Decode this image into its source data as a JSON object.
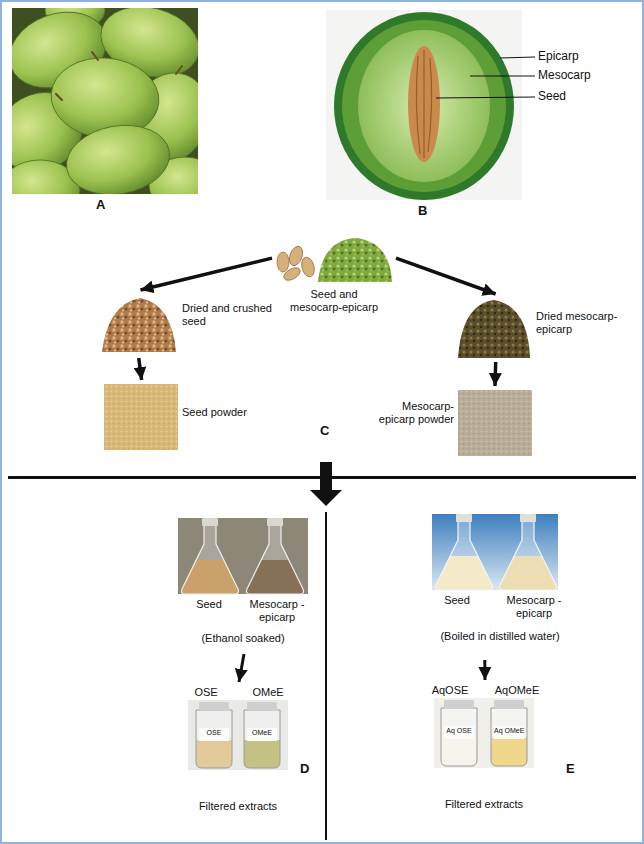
{
  "diagram": {
    "nodes": [
      {
        "text": [
          "Seed and mesocarp-epicarp"
        ]
      },
      {
        "text": [
          "Dried and crushed seed"
        ]
      },
      {
        "text": [
          "Dried mesocarp-epicarp"
        ]
      },
      {
        "text": [
          "Seed powder"
        ]
      },
      {
        "text": [
          "Mesocarp-epicarp powder"
        ]
      },
      {
        "text": [
          "Seed",
          "Mesocarp -epicarp",
          "(Ethanol soaked)"
        ]
      },
      {
        "text": [
          "OSE",
          "OMeE",
          "Filtered extracts"
        ]
      },
      {
        "text": [
          "Seed",
          "Mesocarp -epicarp",
          "(Boiled in distilled water)"
        ]
      },
      {
        "text": [
          "AqOSE",
          "AqOMeE",
          "Filtered extracts"
        ]
      }
    ],
    "edges": [
      {
        "from": 0,
        "to": 1,
        "arrow": "to"
      },
      {
        "from": 0,
        "to": 2,
        "arrow": "to"
      },
      {
        "from": 1,
        "to": 3,
        "arrow": "to"
      },
      {
        "from": 2,
        "to": 4,
        "arrow": "to"
      },
      {
        "from": 5,
        "to": 6,
        "arrow": "to"
      },
      {
        "from": 7,
        "to": 8,
        "arrow": "to"
      }
    ],
    "labels": [
      "A",
      "B",
      "Epicarp",
      "Mesocarp",
      "Seed",
      "C",
      "D",
      "E",
      "OSE",
      "OMeE",
      "Aq OSE",
      "Aq OMeE"
    ]
  }
}
